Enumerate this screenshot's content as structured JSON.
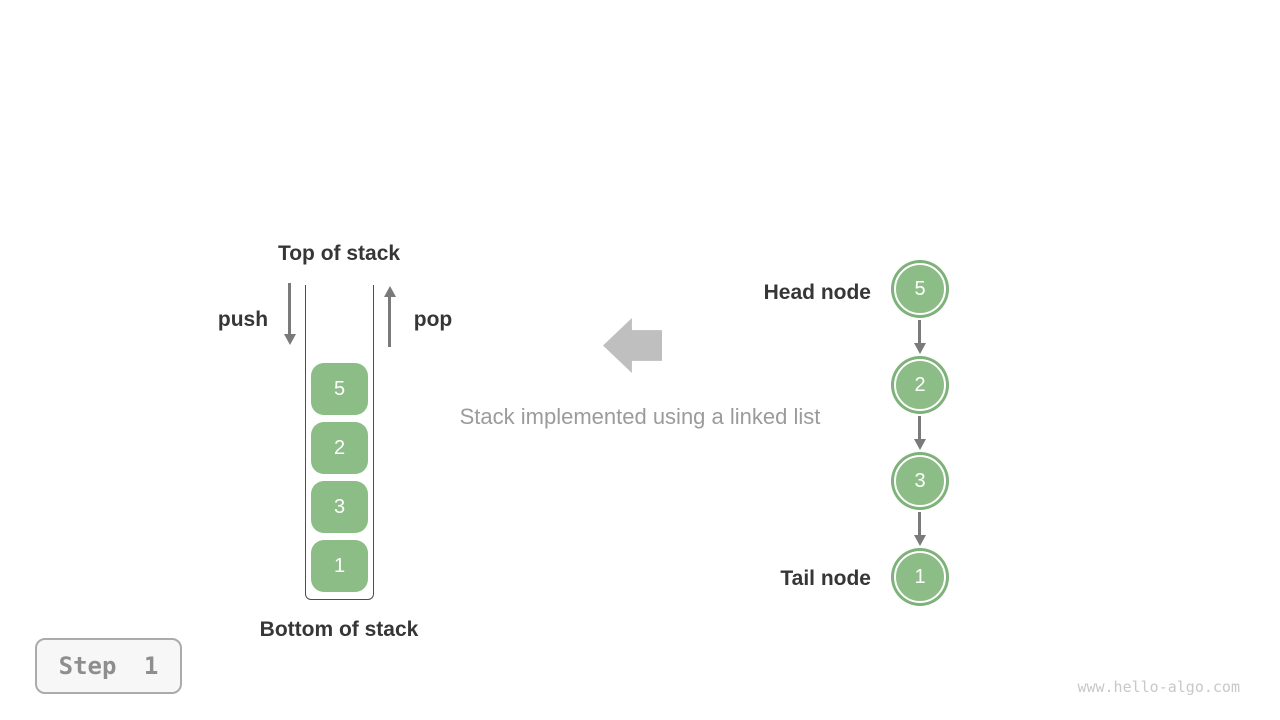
{
  "stack": {
    "top_label": "Top of stack",
    "bottom_label": "Bottom of stack",
    "push_label": "push",
    "pop_label": "pop",
    "blocks": [
      "5",
      "2",
      "3",
      "1"
    ]
  },
  "caption": {
    "text": "Stack implemented using a linked list"
  },
  "flow_arrow": {
    "direction": "left",
    "color": "#BFBFBF"
  },
  "linked_list": {
    "head_label": "Head node",
    "tail_label": "Tail node",
    "nodes": [
      "5",
      "2",
      "3",
      "1"
    ]
  },
  "step": {
    "label": "Step 1"
  },
  "watermark": {
    "text": "www.hello-algo.com"
  },
  "colors": {
    "node_green": "#8DBD87",
    "node_ring_green": "#7EB27A",
    "small_arrow_gray": "#7A7A7A",
    "flow_arrow_gray": "#BFBFBF",
    "caption_gray": "#9B9B9B",
    "label_dark": "#363636",
    "container_outline": "#4E4E4E",
    "step_text_gray": "#8E8E8E",
    "step_border_gray": "#ABABAB",
    "step_bg": "#F7F7F7",
    "watermark_gray": "#C8C8C8",
    "background": "#FFFFFF"
  }
}
